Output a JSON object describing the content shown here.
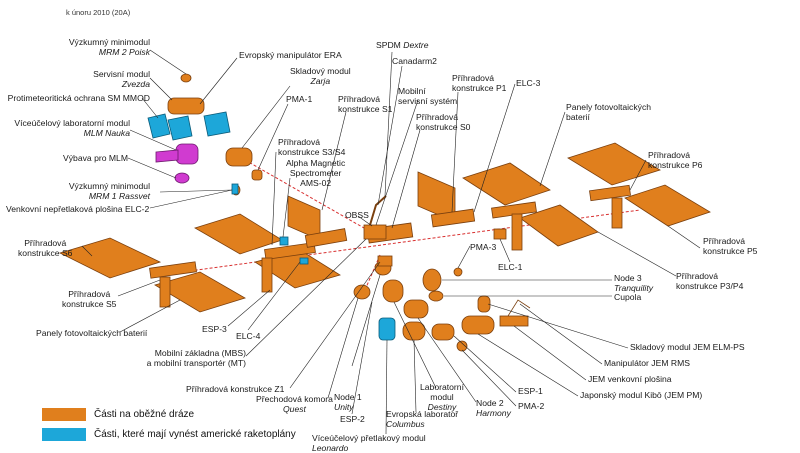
{
  "header": {
    "date": "k únoru 2010 (20A)"
  },
  "legend": {
    "orbit": {
      "text": "Části na oběžné dráze",
      "color": "#e07f1d"
    },
    "planned": {
      "text": "Části, které mají vynést americké raketoplány",
      "color": "#1da7d9"
    }
  },
  "colors": {
    "module": "#e07f1d",
    "panel": "#d9782a",
    "stroke": "#7a3f0e",
    "planned": "#1da7d9",
    "russian": "#d03bd0",
    "leader": "#222222",
    "truss_axis": "#d83030"
  },
  "labels": {
    "mrm2_a": "Výzkumný minimodul",
    "mrm2_b": "MRM 2 Poisk",
    "zvezda_a": "Servisní modul",
    "zvezda_b": "Zvezda",
    "mmod": "Protimeteoritická ochrana SM MMOD",
    "mlm_a": "Víceúčelový laboratorní modul",
    "mlm_b": "MLM Nauka",
    "mlm_eq": "Výbava pro MLM",
    "mrm1_a": "Výzkumný minimodul",
    "mrm1_b": "MRM 1 Rassvet",
    "elc2": "Venkovní nepřetlaková plošina ELC-2",
    "s6_a": "Příhradová",
    "s6_b": "konstrukce S6",
    "s5_a": "Příhradová",
    "s5_b": "konstrukce S5",
    "panels_left": "Panely fotovoltaických baterií",
    "era": "Evropský manipulátor ERA",
    "zarja_a": "Skladový modul",
    "zarja_b": "Zarja",
    "pma1": "PMA-1",
    "s3s4_a": "Příhradová",
    "s3s4_b": "konstrukce S3/S4",
    "ams_a": "Alpha Magnetic",
    "ams_b": "Spectrometer",
    "ams_c": "AMS-02",
    "s1_a": "Příhradová",
    "s1_b": "konstrukce S1",
    "spdm_a": "SPDM",
    "spdm_b": "Dextre",
    "canadarm": "Canadarm2",
    "mss_a": "Mobilní",
    "mss_b": "servisní systém",
    "p1_a": "Příhradová",
    "p1_b": "konstrukce P1",
    "s0_a": "Příhradová",
    "s0_b": "konstrukce S0",
    "elc3": "ELC-3",
    "panels_right_a": "Panely fotovoltaických",
    "panels_right_b": "baterií",
    "p6_a": "Příhradová",
    "p6_b": "konstrukce P6",
    "obss": "OBSS",
    "pma3": "PMA-3",
    "elc1": "ELC-1",
    "p5_a": "Příhradová",
    "p5_b": "konstrukce P5",
    "p3p4_a": "Příhradová",
    "p3p4_b": "konstrukce P3/P4",
    "node3_a": "Node 3",
    "node3_b": "Tranquility",
    "cupola": "Cupola",
    "elmps": "Skladový modul JEM ELM-PS",
    "rms": "Manipulátor JEM RMS",
    "ef": "JEM venkovní plošina",
    "kibo": "Japonský modul Kibō (JEM PM)",
    "esp3": "ESP-3",
    "elc4": "ELC-4",
    "mbs_a": "Mobilní základna (MBS)",
    "mbs_b": "a mobilní transportér (MT)",
    "z1": "Příhradová konstrukce Z1",
    "quest_a": "Přechodová komora",
    "quest_b": "Quest",
    "unity_a": "Node 1",
    "unity_b": "Unity",
    "esp2": "ESP-2",
    "destiny_a": "Laboratorní",
    "destiny_b": "modul",
    "destiny_c": "Destiny",
    "columbus_a": "Evropská laboratoř",
    "columbus_b": "Columbus",
    "harmony_a": "Node 2",
    "harmony_b": "Harmony",
    "esp1": "ESP-1",
    "pma2": "PMA-2",
    "leonardo_a": "Víceúčelový přetlakový modul",
    "leonardo_b": "Leonardo"
  }
}
